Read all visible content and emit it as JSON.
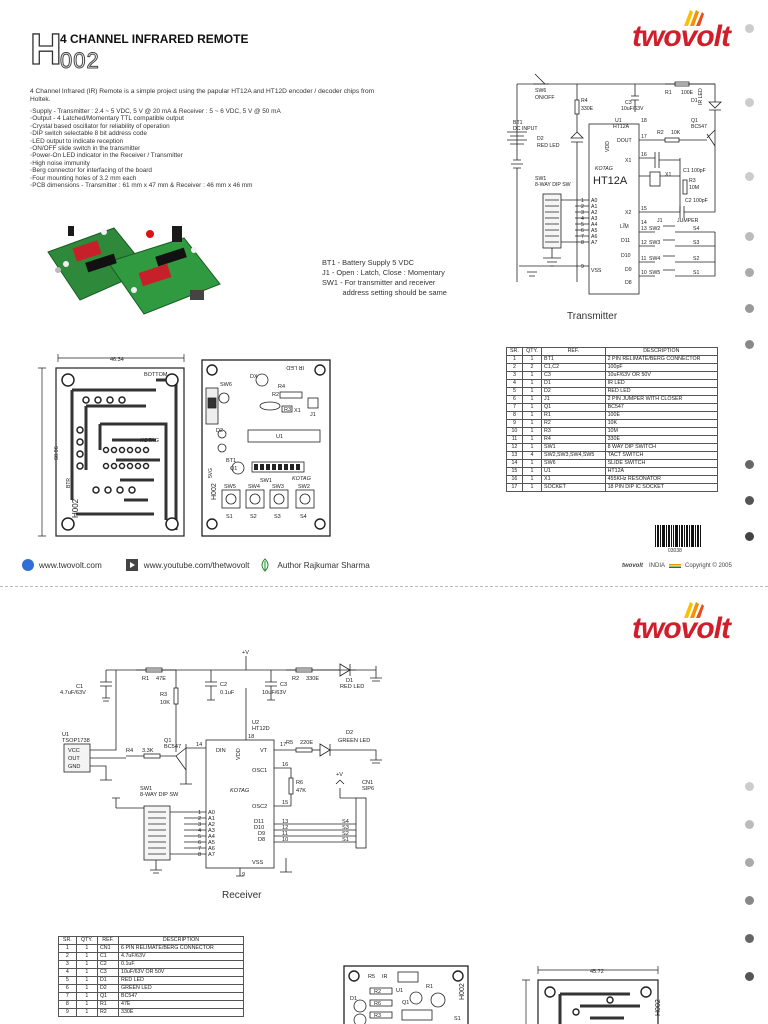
{
  "brand": {
    "name": "twovolt"
  },
  "header": {
    "code_letter": "H",
    "code_number": "002",
    "title": "4 CHANNEL INFRARED REMOTE"
  },
  "intro": "4 Channel Infrared (IR) Remote is a simple project using the papular  HT12A and HT12D encoder / decoder chips from Holtek.",
  "features": [
    "Supply - Transmitter : 2.4 ~ 5 VDC, 5 V @ 20 mA & Receiver : 5 ~ 6 VDC, 5 V @ 50 mA",
    "Output - 4 Latched/Momentary TTL compatible output",
    "Crystal based oscillator for reliability of operation",
    "DIP switch selectable 8 bit address code",
    "LED output to indicate reception",
    "ON/OFF slide switch in the transmitter",
    "Power-On LED indicator in the Receiver / Transmitter",
    "High noise immunity",
    "Berg connector for interfacing of the board",
    "Four mounting holes of 3.2 mm each",
    "PCB dimensions - Transmitter : 61 mm x 47 mm & Receiver : 46 mm x 46 mm"
  ],
  "legend": "BT1 - Battery Supply 5 VDC\nJ1 - Open : Latch, Close : Momentary\nSW1 - For transmitter and receiver\n          address setting should be same",
  "captions": {
    "transmitter": "Transmitter",
    "receiver": "Receiver"
  },
  "tx_schematic": {
    "labels": {
      "sw6": "SW6",
      "onoff": "ON/OFF",
      "bt1": "BT1",
      "dcinput": "DC INPUT",
      "r4": "R4",
      "r4v": "330E",
      "d2": "D2",
      "redled": "RED LED",
      "r1": "R1",
      "r1v": "100E",
      "c3": "C3",
      "c3v": "10uF/63V",
      "d1": "D1",
      "irled": "IR LED",
      "u1": "U1",
      "u1v": "HT12A",
      "dout": "DOUT",
      "r2": "R2",
      "r2v": "10K",
      "q1": "Q1",
      "q1v": "BC547",
      "x1": "X1",
      "c1": "C1 100pF",
      "r3": "R3",
      "r3v": "10M",
      "c2": "C2 100pF",
      "x2": "X2",
      "ln": "L/̅M",
      "jumper": "JUMPER",
      "j1": "J1",
      "d11": "D11",
      "d10": "D10",
      "d9": "D9",
      "d8": "D8",
      "sw1": "SW1",
      "dipsw": "8-WAY DIP SW",
      "vss": "VSS",
      "vdd": "VDD",
      "kotag": "KOTAG",
      "ic": "HT12A",
      "sw2": "SW2",
      "sw3": "SW3",
      "sw4": "SW4",
      "sw5": "SW5",
      "s1": "S1",
      "s2": "S2",
      "s3": "S3",
      "s4": "S4",
      "a0": "A0",
      "a1": "A1",
      "a2": "A2",
      "a3": "A3",
      "a4": "A4",
      "a5": "A5",
      "a6": "A6",
      "a7": "A7",
      "p1": "1",
      "p2": "2",
      "p3": "3",
      "p4": "4",
      "p5": "5",
      "p6": "6",
      "p7": "7",
      "p8": "8",
      "p9": "9",
      "p10": "10",
      "p11": "11",
      "p12": "12",
      "p13": "13",
      "p14": "14",
      "p15": "15",
      "p16": "16",
      "p17": "17",
      "p18": "18"
    }
  },
  "tx_pcb_bottom": {
    "dim_w": "46.34",
    "dim_h": "60.96",
    "label": "BOTTOM",
    "code": "H002",
    "kotag": "KOTAG",
    "btr": "BTR"
  },
  "tx_pcb_top": {
    "dx": "DX",
    "irled": "IR LED",
    "sw6": "SW6",
    "d2": "D2",
    "r4": "R4",
    "r2": "R2",
    "r3": "R3",
    "x1": "X1",
    "j1": "J1",
    "u1": "U1",
    "bt1": "BT1",
    "q1": "Q1",
    "sw1": "SW1",
    "kotag": "KOTAG",
    "code": "H002",
    "wvg": "5VG",
    "sw5": "SW5",
    "sw4": "SW4",
    "sw3": "SW3",
    "sw2": "SW2",
    "s1": "S1",
    "s2": "S2",
    "s3": "S3",
    "s4": "S4"
  },
  "tx_bom": {
    "headers": [
      "SR.",
      "QTY.",
      "REF.",
      "DESCRIPTION"
    ],
    "rows": [
      [
        "1",
        "1",
        "BT1",
        "2 PIN RELIMATE/BERG CONNECTOR"
      ],
      [
        "2",
        "2",
        "C1,C2",
        "100pF"
      ],
      [
        "3",
        "1",
        "C3",
        "10uF/63V OR 50V"
      ],
      [
        "4",
        "1",
        "D1",
        "IR LED"
      ],
      [
        "5",
        "1",
        "D2",
        "RED LED"
      ],
      [
        "6",
        "1",
        "J1",
        "2 PIN JUMPER WITH CLOSER"
      ],
      [
        "7",
        "1",
        "Q1",
        "BC547"
      ],
      [
        "8",
        "1",
        "R1",
        "100E"
      ],
      [
        "9",
        "1",
        "R2",
        "10K"
      ],
      [
        "10",
        "1",
        "R3",
        "10M"
      ],
      [
        "11",
        "1",
        "R4",
        "330E"
      ],
      [
        "12",
        "1",
        "SW1",
        "8 WAY DIP SWITCH"
      ],
      [
        "13",
        "4",
        "SW2,SW3,SW4,SW5",
        "TACT SWITCH"
      ],
      [
        "14",
        "1",
        "SW6",
        "SLIDE SWITCH"
      ],
      [
        "15",
        "1",
        "U1",
        "HT12A"
      ],
      [
        "16",
        "1",
        "X1",
        "455KHz RESONATOR"
      ],
      [
        "17",
        "1",
        "SOCKET",
        "18 PIN DIP IC SOCKET"
      ]
    ]
  },
  "barcode_number": "03038",
  "footer": {
    "website": "www.twovolt.com",
    "youtube": "www.youtube.com/thetwovolt",
    "author": "Author Rajkumar Sharma",
    "copyright_brand": "twovolt",
    "copyright_country": "INDIA",
    "copyright_text": "Copyright © 2005"
  },
  "rx_schematic": {
    "labels": {
      "vcc_top": "+V",
      "c1": "C1",
      "c1v": "4.7uF/63V",
      "r1": "R1",
      "r1v": "47E",
      "c2": "C2",
      "c2v": "0.1uF",
      "c3": "C3",
      "c3v": "10uF/63V",
      "r2": "R2",
      "r2v": "330E",
      "d1": "D1",
      "d1v": "RED LED",
      "r3": "R3",
      "r3v": "10K",
      "u2": "U2",
      "u2v": "HT12D",
      "r5": "R5",
      "r5v": "220E",
      "d2": "D2",
      "d2v": "GREEN LED",
      "u1": "U1",
      "u1v": "TSOP1738",
      "vcc": "VCC",
      "out": "OUT",
      "gnd": "GND",
      "r4": "R4",
      "r4v": "3.3K",
      "q1": "Q1",
      "q1v": "BC547",
      "din": "DIN",
      "vt": "VT",
      "osc1": "OSC1",
      "osc2": "OSC2",
      "r6": "R6",
      "r6v": "47K",
      "vdd": "VDD",
      "kotag": "KOTAG",
      "cn1": "CN1",
      "cn1v": "SIP6",
      "vplus": "+V",
      "sw1": "SW1",
      "dipsw": "8-WAY DIP SW",
      "a0": "A0",
      "a1": "A1",
      "a2": "A2",
      "a3": "A3",
      "a4": "A4",
      "a5": "A5",
      "a6": "A6",
      "a7": "A7",
      "d11": "D11",
      "d10": "D10",
      "d9": "D9",
      "d8": "D8",
      "vss": "VSS",
      "s1": "S1",
      "s2": "S2",
      "s3": "S3",
      "s4": "S4",
      "p1": "1",
      "p2": "2",
      "p3": "3",
      "p4": "4",
      "p5": "5",
      "p6": "6",
      "p7": "7",
      "p8": "8",
      "p9": "9",
      "p10": "10",
      "p11": "11",
      "p12": "12",
      "p13": "13",
      "p14": "14",
      "p15": "15",
      "p16": "16",
      "p17": "17",
      "p18": "18"
    }
  },
  "rx_bom": {
    "headers": [
      "SR.",
      "QTY.",
      "REF.",
      "DESCRIPTION"
    ],
    "rows": [
      [
        "1",
        "1",
        "CN1",
        "6 PIN RELIMATE/BERG CONNECTOR"
      ],
      [
        "2",
        "1",
        "C1",
        "4.7uF/63V"
      ],
      [
        "3",
        "1",
        "C2",
        "0.1uF"
      ],
      [
        "4",
        "1",
        "C3",
        "10uF/63V OR 50V"
      ],
      [
        "5",
        "1",
        "D1",
        "RED LED"
      ],
      [
        "6",
        "1",
        "D2",
        "GREEN LED"
      ],
      [
        "7",
        "1",
        "Q1",
        "BC547"
      ],
      [
        "8",
        "1",
        "R1",
        "47E"
      ],
      [
        "9",
        "1",
        "R2",
        "330E"
      ]
    ]
  },
  "rx_pcb_top": {
    "r5": "R5",
    "ir": "IR",
    "r1": "R1",
    "r2": "R2",
    "r6": "R6",
    "u1": "U1",
    "d1": "D1",
    "q1": "Q1",
    "r3": "R3",
    "code": "H002",
    "s1": "S1"
  },
  "rx_pcb_bottom": {
    "dim_w": "45.72",
    "code": "H002"
  },
  "dots": [
    "#cccccc",
    "#cccccc",
    "#cccccc",
    "#bbbbbb",
    "#aaaaaa",
    "#999999",
    "#888888",
    "#666666",
    "#555555",
    "#444444",
    "#cccccc",
    "#bbbbbb",
    "#aaaaaa",
    "#888888",
    "#666666",
    "#555555"
  ]
}
